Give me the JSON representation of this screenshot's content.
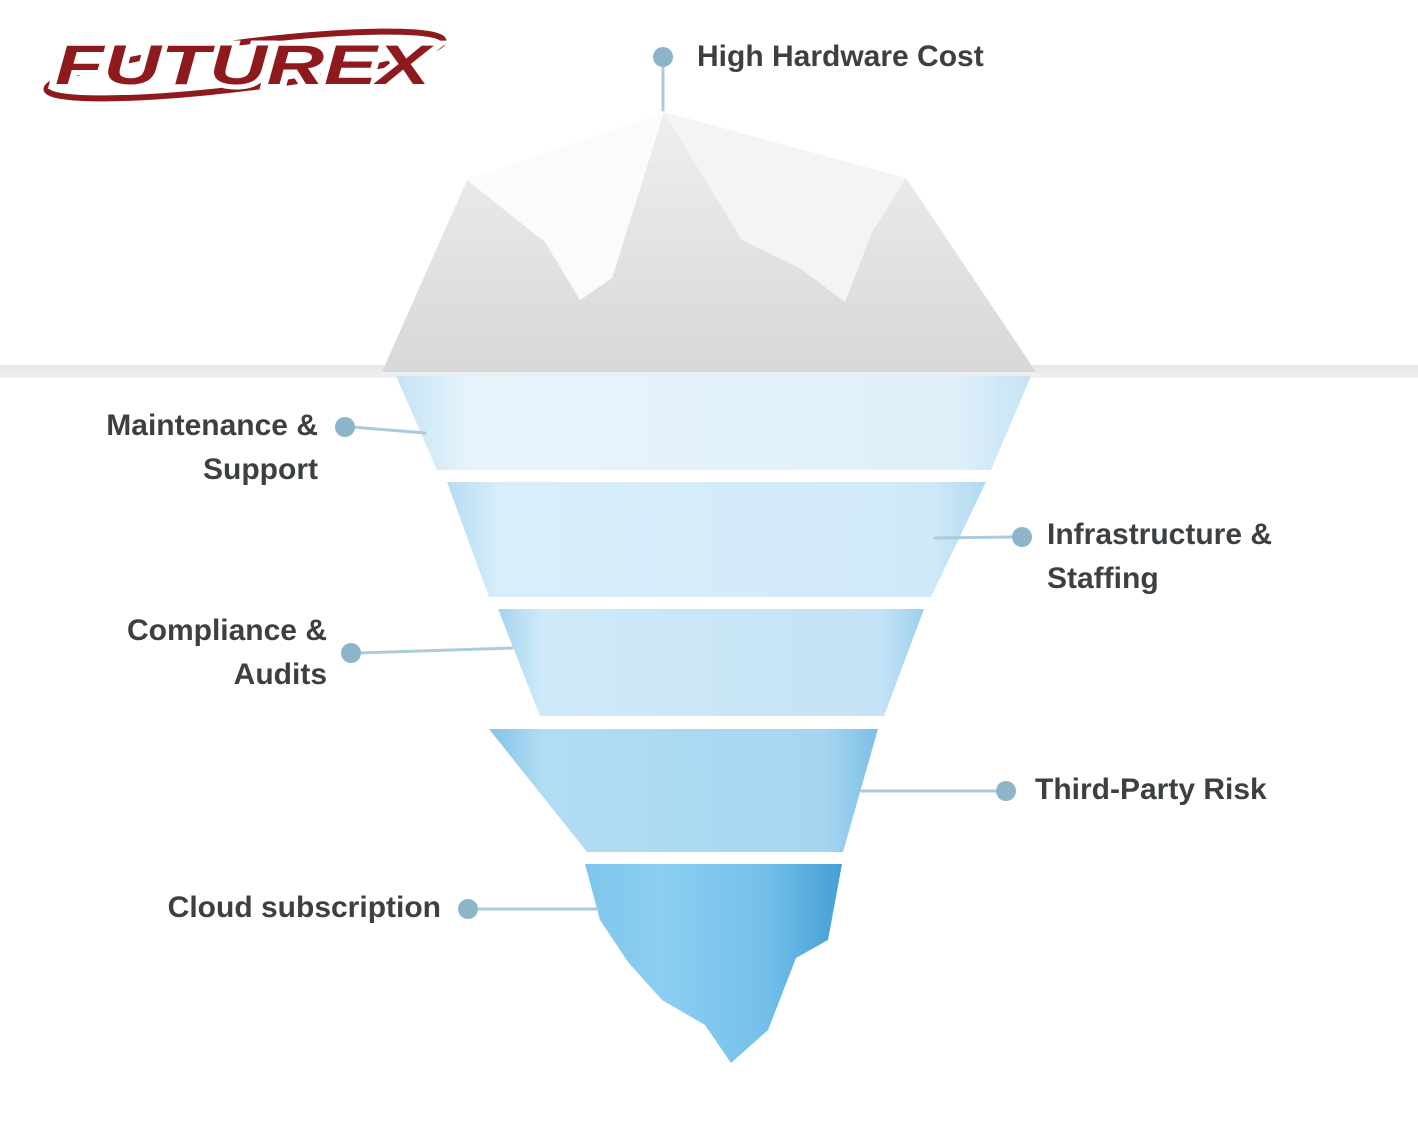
{
  "logo": {
    "text": "FUTUREX",
    "color": "#8e1a1d"
  },
  "labels": {
    "high_hardware_cost": "High Hardware Cost",
    "maintenance_line1": "Maintenance &",
    "maintenance_line2": "Support",
    "infrastructure_line1": "Infrastructure &",
    "infrastructure_line2": "Staffing",
    "compliance_line1": "Compliance &",
    "compliance_line2": "Audits",
    "third_party": "Third-Party Risk",
    "cloud": "Cloud subscription"
  },
  "diagram": {
    "type": "iceberg-cost-diagram",
    "above_water": [
      "High Hardware Cost"
    ],
    "below_water_levels": [
      {
        "depth": 1,
        "label": "Maintenance & Support",
        "side": "left"
      },
      {
        "depth": 2,
        "label": "Infrastructure & Staffing",
        "side": "right"
      },
      {
        "depth": 3,
        "label": "Compliance & Audits",
        "side": "left"
      },
      {
        "depth": 4,
        "label": "Third-Party Risk",
        "side": "right"
      },
      {
        "depth": 5,
        "label": "Cloud subscription",
        "side": "left"
      }
    ]
  },
  "colors": {
    "text": "#3c4043",
    "dot": "#8cb5c9",
    "line": "#abcbdb",
    "logo_red": "#8e1a1d",
    "iceberg_above_top": "#efefef",
    "iceberg_above_bottom": "#d8dadb",
    "iceberg_below_light": "#e6f4fc",
    "iceberg_below_dark": "#459fd4",
    "waterline": "#e4e6e7"
  }
}
